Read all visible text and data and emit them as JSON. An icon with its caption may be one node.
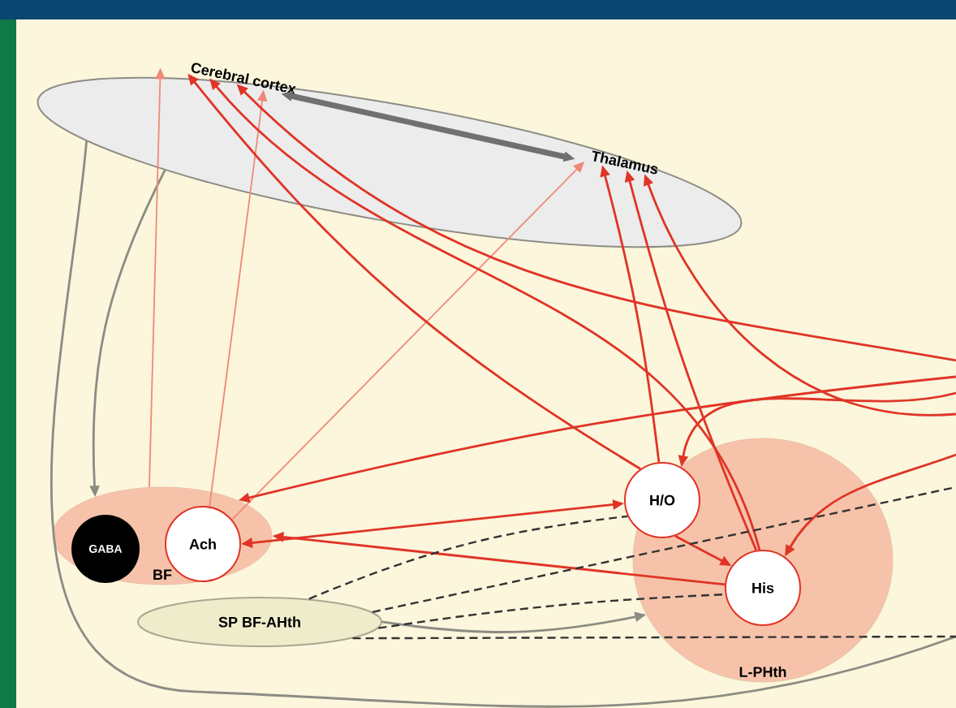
{
  "diagram": {
    "nodes": [
      {
        "text": [],
        "shape": "ellipse"
      },
      {
        "text": [
          "Cerebral cortex"
        ],
        "in": 0
      },
      {
        "text": [
          "Thalamus"
        ],
        "in": 0
      },
      {
        "text": [
          "BF"
        ]
      },
      {
        "text": [
          "GABA"
        ],
        "in": 3
      },
      {
        "text": [
          "Ach"
        ],
        "in": 3
      },
      {
        "text": [
          "SP BF-AHth"
        ]
      },
      {
        "text": [
          "L-PHth"
        ]
      },
      {
        "text": [
          "H/O"
        ],
        "in": 7
      },
      {
        "text": [
          "His"
        ],
        "in": 7
      }
    ],
    "edges": [
      {
        "from": 0,
        "to": 3,
        "arrow": "to",
        "color": "#8c8c84"
      },
      {
        "from": 0,
        "to": null,
        "arrow": "none",
        "color": "#8c8c84"
      },
      {
        "from": 6,
        "to": 7,
        "arrow": "to",
        "color": "#8c8c84"
      },
      {
        "from": 3,
        "to": 1,
        "arrow": "to",
        "color": "#f08878"
      },
      {
        "from": 5,
        "to": 1,
        "arrow": "to",
        "color": "#f08878"
      },
      {
        "from": 5,
        "to": 2,
        "arrow": "to",
        "color": "#f08878"
      },
      {
        "from": 8,
        "to": 1,
        "arrow": "to"
      },
      {
        "from": 9,
        "to": 1,
        "arrow": "to"
      },
      {
        "from": null,
        "to": 1,
        "arrow": "to"
      },
      {
        "from": 8,
        "to": 2,
        "arrow": "to"
      },
      {
        "from": 9,
        "to": 2,
        "arrow": "to"
      },
      {
        "from": null,
        "to": 2,
        "arrow": "to"
      },
      {
        "from": null,
        "to": 3,
        "arrow": "to"
      },
      {
        "from": 5,
        "to": 8,
        "arrow": "both"
      },
      {
        "from": 9,
        "to": 3,
        "arrow": "to"
      },
      {
        "from": null,
        "to": 8,
        "arrow": "to"
      },
      {
        "from": null,
        "to": 9,
        "arrow": "to"
      },
      {
        "from": 8,
        "to": 9,
        "arrow": "to"
      },
      {
        "from": 6,
        "to": 8,
        "arrow": "none",
        "style": "dashed",
        "color": "#333333"
      },
      {
        "from": 6,
        "to": 9,
        "arrow": "none",
        "style": "dashed",
        "color": "#333333"
      },
      {
        "from": 6,
        "to": null,
        "arrow": "none",
        "style": "dashed",
        "color": "#333333"
      },
      {
        "from": 6,
        "to": null,
        "arrow": "none",
        "style": "dashed",
        "color": "#333333"
      },
      {
        "from": 1,
        "to": 2,
        "arrow": "both",
        "style": "thick",
        "color": "#707070"
      }
    ]
  }
}
